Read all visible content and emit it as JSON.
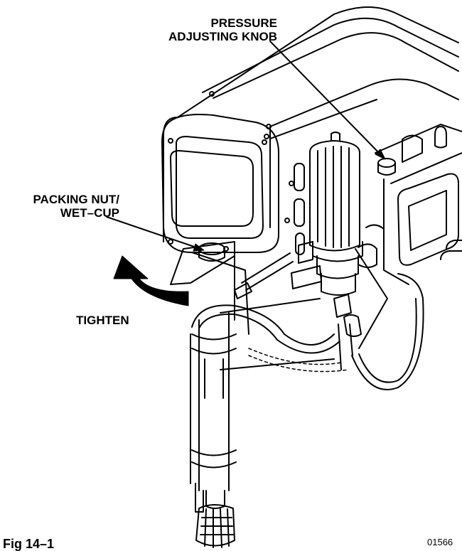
{
  "labels": {
    "pressure_line1": "PRESSURE",
    "pressure_line2": "ADJUSTING KNOB",
    "packing_line1": "PACKING NUT/",
    "packing_line2": "WET–CUP",
    "tighten": "TIGHTEN",
    "figure": "Fig 14–1",
    "drawing_number": "01566"
  }
}
